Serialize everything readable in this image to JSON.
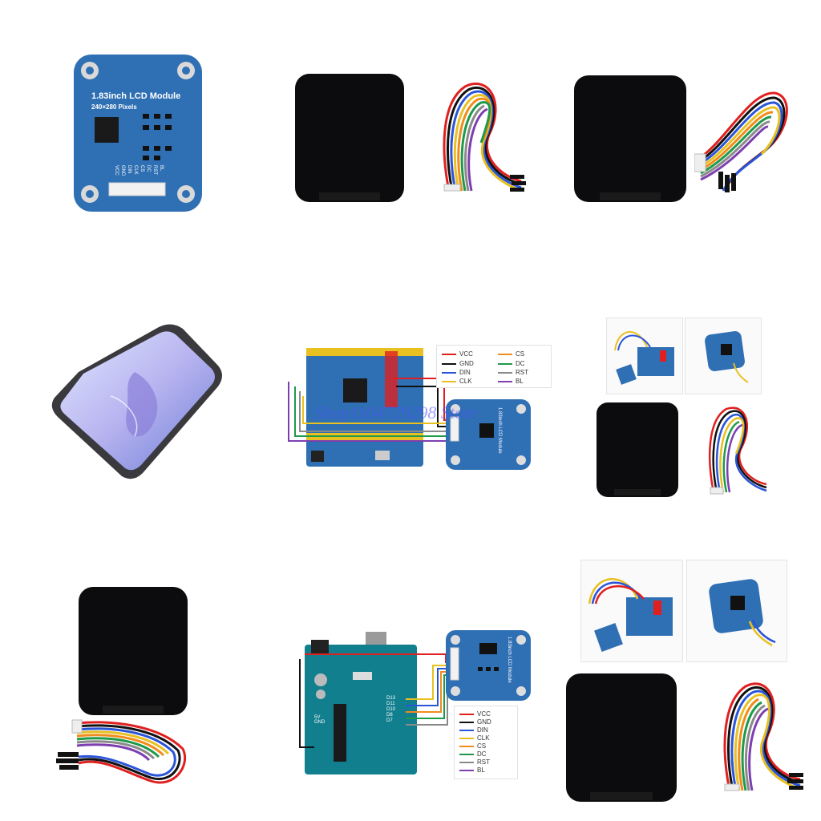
{
  "module": {
    "title": "1.83inch LCD Module",
    "subtitle": "240×280 Pixels",
    "pins": [
      "VCC",
      "GND",
      "DIN",
      "CLK",
      "CS",
      "DC",
      "RST",
      "BL"
    ]
  },
  "legend_pins": [
    "VCC",
    "GND",
    "DIN",
    "CLK",
    "CS",
    "DC",
    "RST",
    "BL"
  ],
  "legend_colors": {
    "VCC": "#e02020",
    "GND": "#111111",
    "DIN": "#2a55d8",
    "CLK": "#e8c020",
    "CS": "#f08c1c",
    "DC": "#1e9a4a",
    "RST": "#8a8a8a",
    "BL": "#7d3fb0"
  },
  "arduino_pin_labels": [
    "D13",
    "D11",
    "D10",
    "D8",
    "D7"
  ],
  "arduino_power_labels": [
    "5V",
    "GND"
  ],
  "rotated_label": "1.83inch LCD Module",
  "watermark": "Shop1104729298 Store",
  "colors": {
    "pcb_blue": "#2f6fb3",
    "arduino_teal": "#127f8e",
    "screen": "#0c0c0e"
  }
}
